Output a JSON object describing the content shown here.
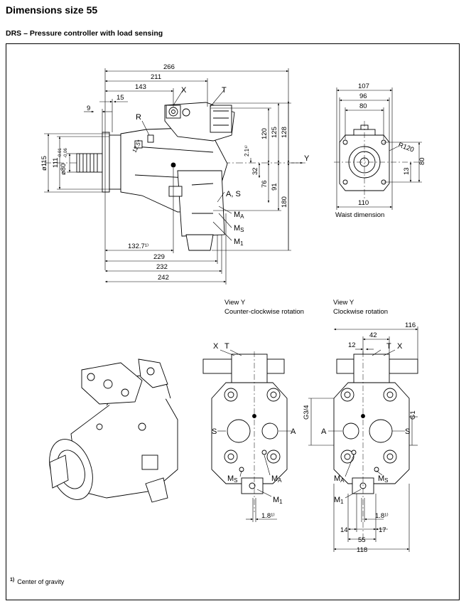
{
  "title": "Dimensions size 55",
  "subtitle": "DRS – Pressure controller with load sensing",
  "footnote": {
    "marker": "1)",
    "text": "Center of gravity"
  },
  "side_view": {
    "dims_top": [
      "266",
      "211",
      "143",
      "15",
      "9"
    ],
    "dims_right": [
      "120",
      "125",
      "128",
      "2.1¹⁾",
      "32",
      "76",
      "91",
      "180"
    ],
    "dims_left": [
      "ø115",
      "111",
      "ø80",
      "-0.01",
      "-0.06"
    ],
    "dims_bottom": [
      "132.7¹⁾",
      "229",
      "232",
      "242"
    ],
    "labels": {
      "x": "X",
      "t": "T",
      "r": "R",
      "y": "Y",
      "as": "A, S",
      "ma": "M",
      "ma_sub": "A",
      "ms": "M",
      "ms_sub": "S",
      "m1": "M",
      "m1_sub": "1",
      "angle": "12.5°"
    }
  },
  "end_view": {
    "dims": [
      "107",
      "96",
      "80",
      "110",
      "13",
      "80",
      "R120"
    ],
    "caption": "Waist dimension"
  },
  "view_ccw": {
    "caption1": "View Y",
    "caption2": "Counter-clockwise rotation",
    "labels": {
      "x": "X",
      "t": "T",
      "s": "S",
      "a": "A",
      "ms": "M",
      "ms_sub": "S",
      "ma": "M",
      "ma_sub": "A",
      "m1": "M",
      "m1_sub": "1"
    },
    "dims": [
      "1.8¹⁾"
    ]
  },
  "view_cw": {
    "caption1": "View Y",
    "caption2": "Clockwise rotation",
    "labels": {
      "t": "T",
      "x": "X",
      "a": "A",
      "s": "S",
      "g34": "G3/4",
      "g1": "G1",
      "ma": "M",
      "ma_sub": "A",
      "ms": "M",
      "ms_sub": "S",
      "m1": "M",
      "m1_sub": "1"
    },
    "dims": [
      "116",
      "42",
      "12",
      "1.8¹⁾",
      "14",
      "17",
      "55",
      "118"
    ]
  }
}
